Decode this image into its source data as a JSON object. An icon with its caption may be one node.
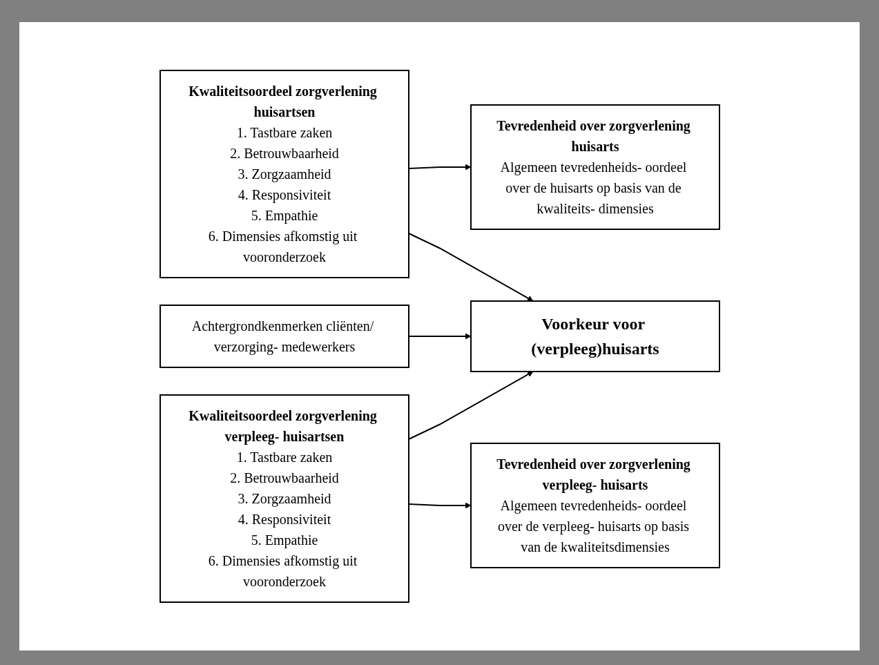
{
  "diagram": {
    "nodes": [
      {
        "text": [
          "Kwaliteitsoordeel zorgverlening huisartsen",
          "1. Tastbare zaken",
          "2. Betrouwbaarheid",
          "3. Zorgzaamheid",
          "4. Responsiviteit",
          "5. Empathie",
          "6. Dimensies afkomstig uit vooronderzoek"
        ]
      },
      {
        "text": [
          "Tevredenheid over zorgverlening huisarts",
          "Algemeen tevredenheids- oordeel over de huisarts op basis van de kwaliteits- dimensies"
        ]
      },
      {
        "text": [
          "Achtergrondkenmerken cliënten/ verzorging- medewerkers"
        ]
      },
      {
        "text": [
          "Voorkeur voor (verpleeg)huisarts"
        ]
      },
      {
        "text": [
          "Kwaliteitsoordeel zorgverlening verpleeg- huisartsen",
          "1. Tastbare zaken",
          "2. Betrouwbaarheid",
          "3. Zorgzaamheid",
          "4. Responsiviteit",
          "5. Empathie",
          "6. Dimensies afkomstig uit vooronderzoek"
        ]
      },
      {
        "text": [
          "Tevredenheid over zorgverlening verpleeg- huisarts",
          "Algemeen tevredenheids- oordeel over de verpleeg- huisarts op basis van de kwaliteitsdimensies"
        ]
      }
    ],
    "edges": [
      {
        "from": 0,
        "to": 1,
        "arrow": "to"
      },
      {
        "from": 2,
        "to": 3,
        "arrow": "to"
      },
      {
        "from": 0,
        "to": 3,
        "arrow": "to"
      },
      {
        "from": 4,
        "to": 3,
        "arrow": "to"
      },
      {
        "from": 4,
        "to": 5,
        "arrow": "to"
      }
    ]
  }
}
